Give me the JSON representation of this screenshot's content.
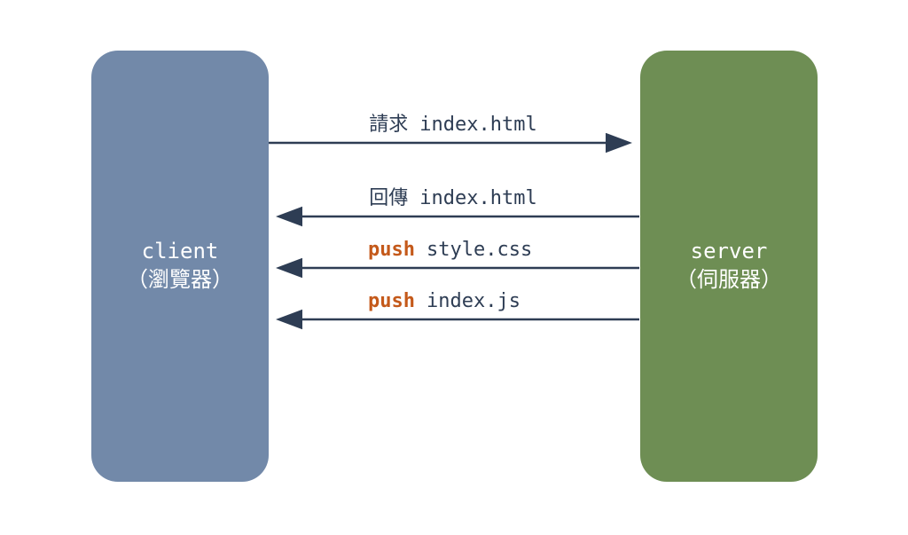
{
  "diagram": {
    "client_box": {
      "title": "client",
      "subtitle": "（瀏覽器）"
    },
    "server_box": {
      "title": "server",
      "subtitle": "（伺服器）"
    },
    "messages": [
      {
        "keyword": "請求",
        "text": "index.html",
        "direction": "client-to-server",
        "keyword_emphasis": false
      },
      {
        "keyword": "回傳",
        "text": "index.html",
        "direction": "server-to-client",
        "keyword_emphasis": false
      },
      {
        "keyword": "push",
        "text": "style.css",
        "direction": "server-to-client",
        "keyword_emphasis": true
      },
      {
        "keyword": "push",
        "text": "index.js",
        "direction": "server-to-client",
        "keyword_emphasis": true
      }
    ],
    "colors": {
      "background": "#ffffff",
      "client_box_fill": "#7289a9",
      "server_box_fill": "#6e8e54",
      "box_label_text": "#ffffff",
      "arrow_and_label": "#2e3d54",
      "push_keyword": "#c4591a"
    }
  }
}
